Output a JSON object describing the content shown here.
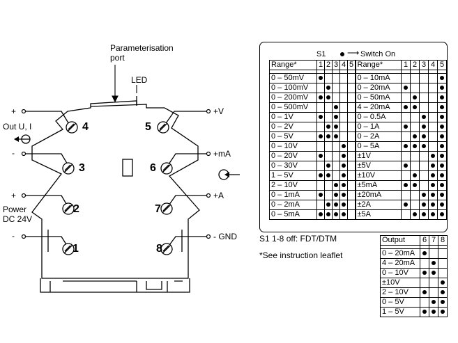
{
  "wiring": {
    "param_port": "Parameterisation\nport",
    "led": "LED",
    "left_labels": {
      "plus_top": "+",
      "out_ui": "Out U, I",
      "minus_top": "-",
      "plus_power": "+",
      "power": "Power\nDC 24V",
      "minus_power": "-"
    },
    "right_labels": {
      "v": "+V",
      "ma": "+mA",
      "a": "+A",
      "gnd": "- GND"
    },
    "terminals": [
      "4",
      "3",
      "2",
      "1",
      "5",
      "6",
      "7",
      "8"
    ]
  },
  "switch_table": {
    "title": "S1",
    "legend": "Switch On",
    "header": {
      "range": "Range*",
      "switches": [
        "1",
        "2",
        "3",
        "4",
        "5"
      ]
    },
    "rows": [
      {
        "r1": "0 – 50mV",
        "d1": [
          1,
          0,
          0,
          0,
          0
        ],
        "r2": "0 – 10mA",
        "d2": [
          0,
          0,
          0,
          0,
          1
        ]
      },
      {
        "r1": "0 – 100mV",
        "d1": [
          0,
          1,
          0,
          0,
          0
        ],
        "r2": "0 – 20mA",
        "d2": [
          1,
          0,
          0,
          0,
          1
        ]
      },
      {
        "r1": "0 – 200mV",
        "d1": [
          1,
          1,
          0,
          0,
          0
        ],
        "r2": "0 – 50mA",
        "d2": [
          0,
          1,
          0,
          0,
          1
        ]
      },
      {
        "r1": "0 – 500mV",
        "d1": [
          0,
          0,
          1,
          0,
          0
        ],
        "r2": "4 – 20mA",
        "d2": [
          1,
          1,
          0,
          0,
          1
        ]
      },
      {
        "r1": "0 – 1V",
        "d1": [
          1,
          0,
          1,
          0,
          0
        ],
        "r2": "0 – 0.5A",
        "d2": [
          0,
          0,
          1,
          0,
          1
        ]
      },
      {
        "r1": "0 – 2V",
        "d1": [
          0,
          1,
          1,
          0,
          0
        ],
        "r2": "0 – 1A",
        "d2": [
          1,
          0,
          1,
          0,
          1
        ]
      },
      {
        "r1": "0 – 5V",
        "d1": [
          1,
          1,
          1,
          0,
          0
        ],
        "r2": "0 – 2A",
        "d2": [
          0,
          1,
          1,
          0,
          1
        ]
      },
      {
        "r1": "0 – 10V",
        "d1": [
          0,
          0,
          0,
          1,
          0
        ],
        "r2": "0 – 5A",
        "d2": [
          1,
          1,
          1,
          0,
          1
        ]
      },
      {
        "r1": "0 – 20V",
        "d1": [
          1,
          0,
          0,
          1,
          0
        ],
        "r2": "±1V",
        "d2": [
          0,
          0,
          0,
          1,
          1
        ]
      },
      {
        "r1": "0 – 30V",
        "d1": [
          0,
          1,
          0,
          1,
          0
        ],
        "r2": "±5V",
        "d2": [
          1,
          0,
          0,
          1,
          1
        ]
      },
      {
        "r1": "1 – 5V",
        "d1": [
          1,
          1,
          0,
          1,
          0
        ],
        "r2": "±10V",
        "d2": [
          0,
          1,
          0,
          1,
          1
        ]
      },
      {
        "r1": "2 – 10V",
        "d1": [
          0,
          0,
          1,
          1,
          0
        ],
        "r2": "±5mA",
        "d2": [
          1,
          1,
          0,
          1,
          1
        ]
      },
      {
        "r1": "0 – 1mA",
        "d1": [
          1,
          0,
          1,
          1,
          0
        ],
        "r2": "±20mA",
        "d2": [
          0,
          0,
          1,
          1,
          1
        ]
      },
      {
        "r1": "0 – 2mA",
        "d1": [
          0,
          1,
          1,
          1,
          0
        ],
        "r2": "±2A",
        "d2": [
          1,
          0,
          1,
          1,
          1
        ]
      },
      {
        "r1": "0 – 5mA",
        "d1": [
          1,
          1,
          1,
          1,
          0
        ],
        "r2": "±5A",
        "d2": [
          0,
          1,
          1,
          1,
          1
        ]
      }
    ],
    "note1": "S1 1-8 off: FDT/DTM",
    "note2": "*See instruction leaflet"
  },
  "output_table": {
    "header": {
      "label": "Output",
      "switches": [
        "6",
        "7",
        "8"
      ]
    },
    "rows": [
      {
        "label": "0 – 20mA",
        "d": [
          1,
          0,
          0
        ]
      },
      {
        "label": "4 – 20mA",
        "d": [
          0,
          1,
          0
        ]
      },
      {
        "label": "0 – 10V",
        "d": [
          1,
          1,
          0
        ]
      },
      {
        "label": "±10V",
        "d": [
          0,
          0,
          1
        ]
      },
      {
        "label": "2 – 10V",
        "d": [
          1,
          0,
          1
        ]
      },
      {
        "label": "0 – 5V",
        "d": [
          0,
          1,
          1
        ]
      },
      {
        "label": "1 – 5V",
        "d": [
          1,
          1,
          1
        ]
      }
    ]
  }
}
